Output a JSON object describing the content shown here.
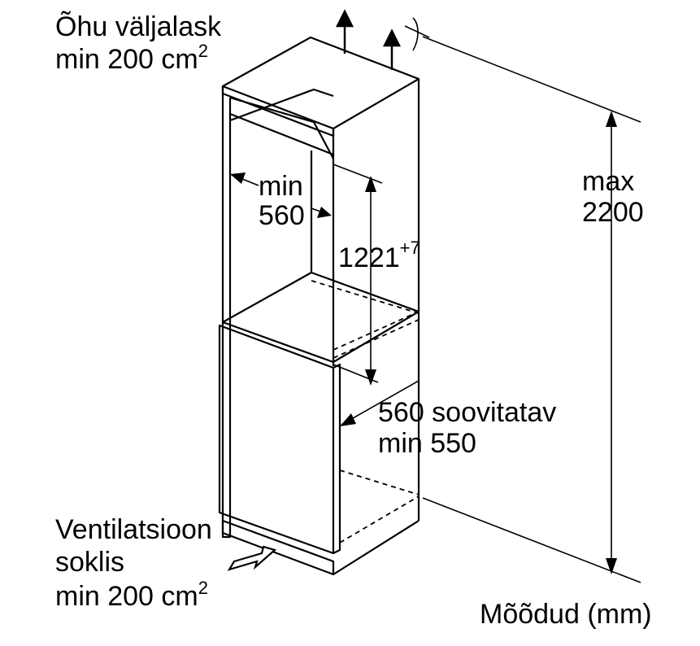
{
  "labels": {
    "air_outlet_line1": "Õhu väljalask",
    "air_outlet_line2": "min 200 cm",
    "air_outlet_sup": "2",
    "niche_width_line1": "min",
    "niche_width_line2": "560",
    "niche_height": "1221",
    "niche_height_sup": "+7",
    "max_height_line1": "max",
    "max_height_line2": "2200",
    "depth_line1": "560 soovitatav",
    "depth_line2": "min 550",
    "ventilation_line1": "Ventilatsioon",
    "ventilation_line2": "soklis",
    "ventilation_line3": "min 200 cm",
    "ventilation_sup": "2",
    "units": "Mõõdud (mm)"
  },
  "colors": {
    "line": "#000000",
    "background": "#ffffff"
  }
}
